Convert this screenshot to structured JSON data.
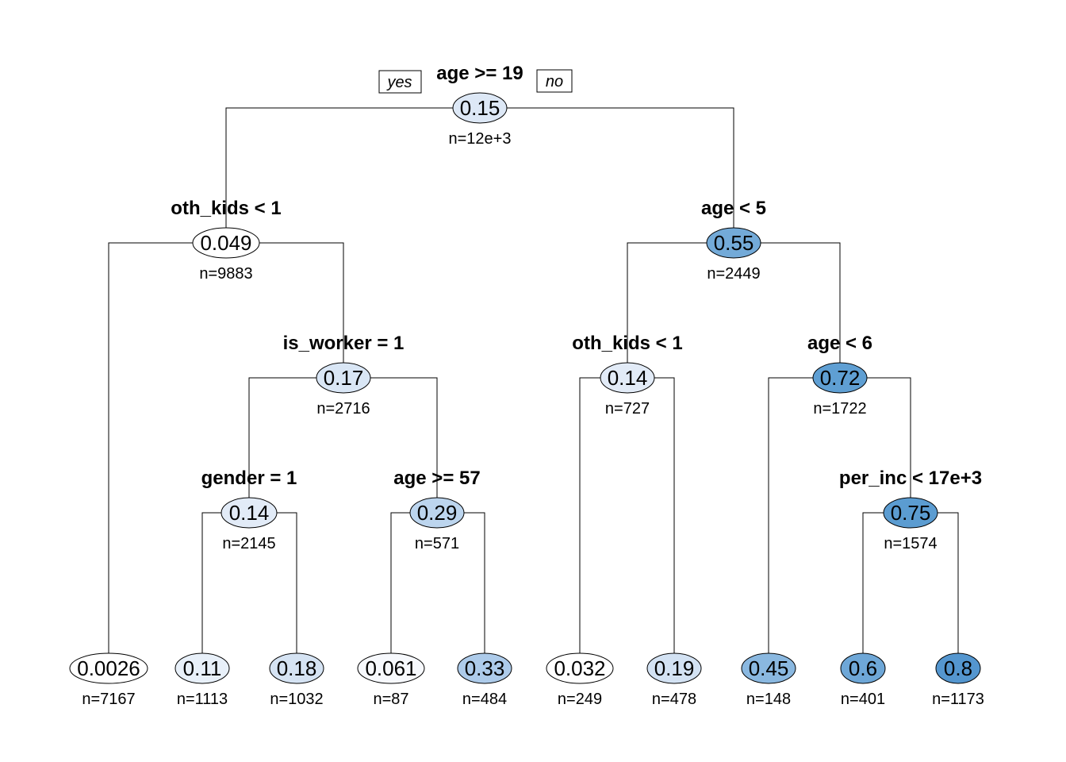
{
  "branch_labels": {
    "yes": "yes",
    "no": "no"
  },
  "nodes": [
    {
      "id": "n1",
      "split": "age >= 19",
      "value": "0.15",
      "n": "n=12e+3",
      "fill": "#dde8f6"
    },
    {
      "id": "n2",
      "split": "oth_kids < 1",
      "value": "0.049",
      "n": "n=9883",
      "fill": "#ffffff"
    },
    {
      "id": "n3",
      "split": "age < 5",
      "value": "0.55",
      "n": "n=2449",
      "fill": "#73aad8"
    },
    {
      "id": "n4",
      "split": "is_worker = 1",
      "value": "0.17",
      "n": "n=2716",
      "fill": "#d9e6f5"
    },
    {
      "id": "n5",
      "split": "oth_kids < 1",
      "value": "0.14",
      "n": "n=727",
      "fill": "#e2ebf7"
    },
    {
      "id": "n6",
      "split": "age < 6",
      "value": "0.72",
      "n": "n=1722",
      "fill": "#5f9fd3"
    },
    {
      "id": "n7",
      "split": "gender = 1",
      "value": "0.14",
      "n": "n=2145",
      "fill": "#e2ebf7"
    },
    {
      "id": "n8",
      "split": "age >= 57",
      "value": "0.29",
      "n": "n=571",
      "fill": "#bcd5ee"
    },
    {
      "id": "n9",
      "split": "per_inc < 17e+3",
      "value": "0.75",
      "n": "n=1574",
      "fill": "#5b9cd1"
    },
    {
      "id": "l1",
      "split": "",
      "value": "0.0026",
      "n": "n=7167",
      "fill": "#ffffff"
    },
    {
      "id": "l2",
      "split": "",
      "value": "0.11",
      "n": "n=1113",
      "fill": "#e8f0f9"
    },
    {
      "id": "l3",
      "split": "",
      "value": "0.18",
      "n": "n=1032",
      "fill": "#d5e3f3"
    },
    {
      "id": "l4",
      "split": "",
      "value": "0.061",
      "n": "n=87",
      "fill": "#f7f9fd"
    },
    {
      "id": "l5",
      "split": "",
      "value": "0.33",
      "n": "n=484",
      "fill": "#adcbea"
    },
    {
      "id": "l6",
      "split": "",
      "value": "0.032",
      "n": "n=249",
      "fill": "#ffffff"
    },
    {
      "id": "l7",
      "split": "",
      "value": "0.19",
      "n": "n=478",
      "fill": "#d3e2f3"
    },
    {
      "id": "l8",
      "split": "",
      "value": "0.45",
      "n": "n=148",
      "fill": "#8ab8e0"
    },
    {
      "id": "l9",
      "split": "",
      "value": "0.6",
      "n": "n=401",
      "fill": "#6ea7d7"
    },
    {
      "id": "l10",
      "split": "",
      "value": "0.8",
      "n": "n=1173",
      "fill": "#5496cf"
    }
  ],
  "edges": [
    [
      "n1",
      "n2"
    ],
    [
      "n1",
      "n3"
    ],
    [
      "n2",
      "l1"
    ],
    [
      "n2",
      "n4"
    ],
    [
      "n4",
      "n7"
    ],
    [
      "n4",
      "n8"
    ],
    [
      "n7",
      "l2"
    ],
    [
      "n7",
      "l3"
    ],
    [
      "n8",
      "l4"
    ],
    [
      "n8",
      "l5"
    ],
    [
      "n3",
      "n5"
    ],
    [
      "n3",
      "n6"
    ],
    [
      "n5",
      "l6"
    ],
    [
      "n5",
      "l7"
    ],
    [
      "n6",
      "l8"
    ],
    [
      "n6",
      "n9"
    ],
    [
      "n9",
      "l9"
    ],
    [
      "n9",
      "l10"
    ]
  ]
}
